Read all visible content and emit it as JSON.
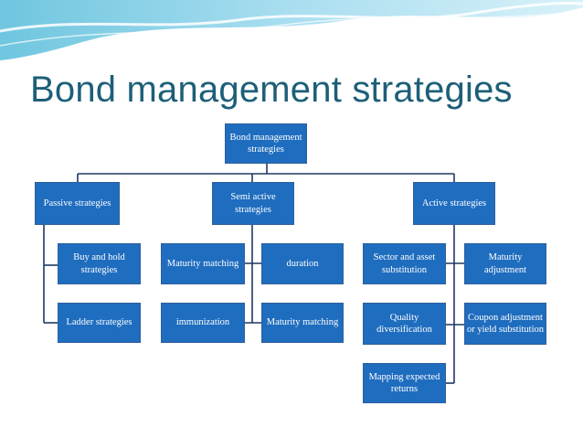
{
  "slide": {
    "title": "Bond management strategies"
  },
  "diagram": {
    "root": "Bond management strategies",
    "branches": [
      {
        "label": "Passive strategies",
        "children": [
          "Buy and hold strategies",
          "Ladder strategies"
        ]
      },
      {
        "label": "Semi active strategies",
        "children": [
          "Maturity matching",
          "duration",
          "immunization",
          "Maturity matching"
        ]
      },
      {
        "label": "Active strategies",
        "children": [
          "Sector and asset substitution",
          "Maturity adjustment",
          "Quality diversification",
          "Coupon adjustment or yield substitution",
          "Mapping expected returns"
        ]
      }
    ]
  },
  "colors": {
    "box_fill": "#1f6dbf",
    "connector": "#1f3864",
    "title": "#1d5f78"
  }
}
